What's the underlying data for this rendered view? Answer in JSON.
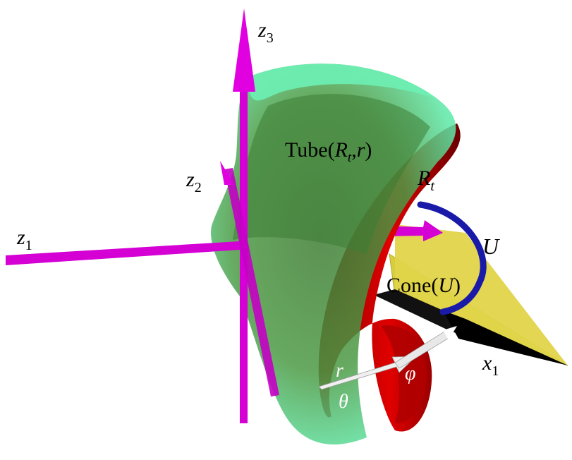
{
  "labels": {
    "z1": {
      "base": "z",
      "sub": "1"
    },
    "z2": {
      "base": "z",
      "sub": "2"
    },
    "z3": {
      "base": "z",
      "sub": "3"
    },
    "x1": {
      "base": "x",
      "sub": "1"
    },
    "tube": {
      "prefix": "Tube(",
      "R": "R",
      "Rsub": "t",
      "comma": ",",
      "r": "r",
      "suffix": ")"
    },
    "rt": {
      "base": "R",
      "sub": "t"
    },
    "u": "U",
    "cone": {
      "prefix": "Cone(",
      "U": "U",
      "suffix": ")"
    },
    "r": "r",
    "theta": "θ",
    "phi": "φ"
  },
  "colors": {
    "axis": "#d400d4",
    "tube_light": "#5ee8a8",
    "tube_dark": "#3d8a3a",
    "torus": "#d40000",
    "cone": "#d8cc40",
    "arc": "#1a1aa8",
    "x1_axis": "#1a1a1a",
    "white_arrow": "#e8e8e8"
  }
}
